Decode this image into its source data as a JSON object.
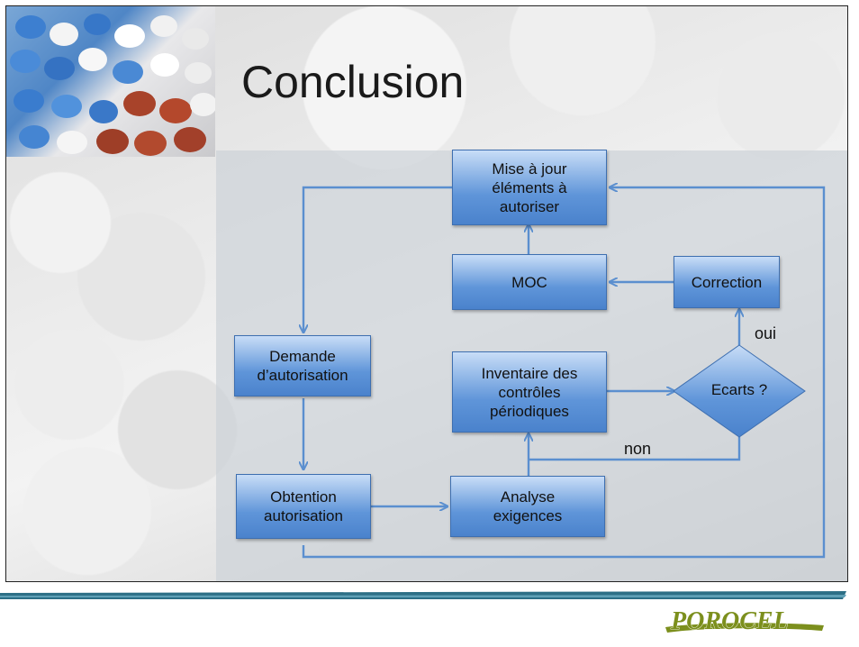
{
  "title": "Conclusion",
  "nodes": {
    "mise_a_jour": "Mise à jour\néléments à\nautoriser",
    "moc": "MOC",
    "correction": "Correction",
    "demande": "Demande\nd’autorisation",
    "inventaire": "Inventaire des\ncontrôles\npériodiques",
    "ecarts": "Ecarts ?",
    "obtention": "Obtention\nautorisation",
    "analyse": "Analyse\nexigences"
  },
  "edge_labels": {
    "oui": "oui",
    "non": "non"
  },
  "logo_text": "POROCEL",
  "colors": {
    "box_fill": "#5f95d9",
    "arrow": "#5b8fcf",
    "logo": "#7c8f1d",
    "rule": "#2d6f86"
  }
}
